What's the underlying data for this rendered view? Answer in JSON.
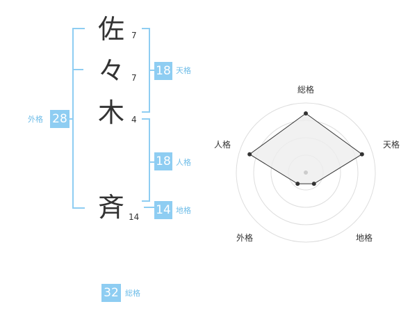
{
  "name": {
    "chars": [
      {
        "char": "佐",
        "strokes": "7"
      },
      {
        "char": "々",
        "strokes": "7"
      },
      {
        "char": "木",
        "strokes": "4"
      },
      {
        "char": "斉",
        "strokes": "14"
      }
    ]
  },
  "fortunes": {
    "tenkaku": {
      "value": "18",
      "label": "天格"
    },
    "jinkaku": {
      "value": "18",
      "label": "人格"
    },
    "chikaku": {
      "value": "14",
      "label": "地格"
    },
    "gaikaku": {
      "value": "28",
      "label": "外格"
    },
    "soukaku": {
      "value": "32",
      "label": "総格"
    }
  },
  "radar": {
    "axes": [
      "総格",
      "天格",
      "地格",
      "外格",
      "人格"
    ],
    "scores": [
      0.85,
      0.85,
      0.2,
      0.2,
      0.85
    ],
    "max_level": 1,
    "rings": 4,
    "colors": {
      "fill": "#eeeeee",
      "stroke": "#333333",
      "grid": "#dddddd",
      "center": "#cccccc"
    }
  },
  "colors": {
    "accent": "#8ecdf2",
    "accent_text": "#6fbde8",
    "text": "#333333"
  }
}
